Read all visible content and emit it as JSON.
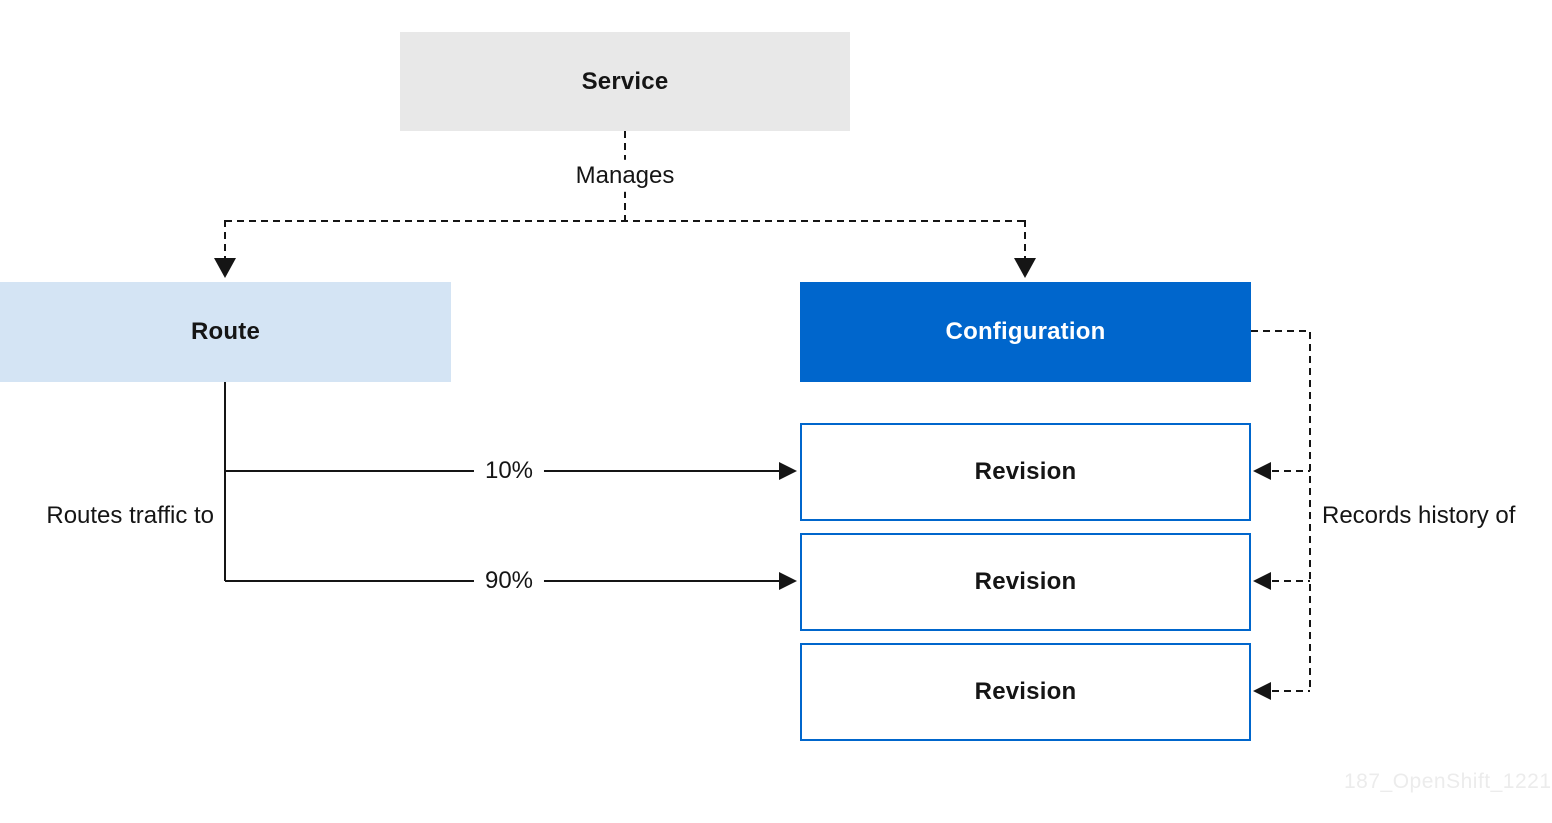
{
  "diagram": {
    "nodes": {
      "service": {
        "label": "Service"
      },
      "route": {
        "label": "Route"
      },
      "configuration": {
        "label": "Configuration"
      },
      "revisions": [
        {
          "label": "Revision"
        },
        {
          "label": "Revision"
        },
        {
          "label": "Revision"
        }
      ]
    },
    "edges": {
      "manages": {
        "label": "Manages",
        "from": "Service",
        "to": [
          "Route",
          "Configuration"
        ],
        "style": "dashed"
      },
      "routes_traffic_to": {
        "label": "Routes traffic to",
        "from": "Route",
        "to": [
          "Revision",
          "Revision"
        ],
        "style": "solid"
      },
      "traffic_split": [
        {
          "label": "10%"
        },
        {
          "label": "90%"
        }
      ],
      "records_history_of": {
        "label": "Records history of",
        "from": "Configuration",
        "to": [
          "Revision",
          "Revision",
          "Revision"
        ],
        "style": "dashed"
      }
    },
    "watermark": "187_OpenShift_1221",
    "colors": {
      "service_fill": "#e8e8e8",
      "route_fill": "#d4e4f4",
      "configuration_fill": "#0066cc",
      "revision_border": "#0066cc",
      "line": "#151515",
      "watermark": "#ececec"
    }
  }
}
